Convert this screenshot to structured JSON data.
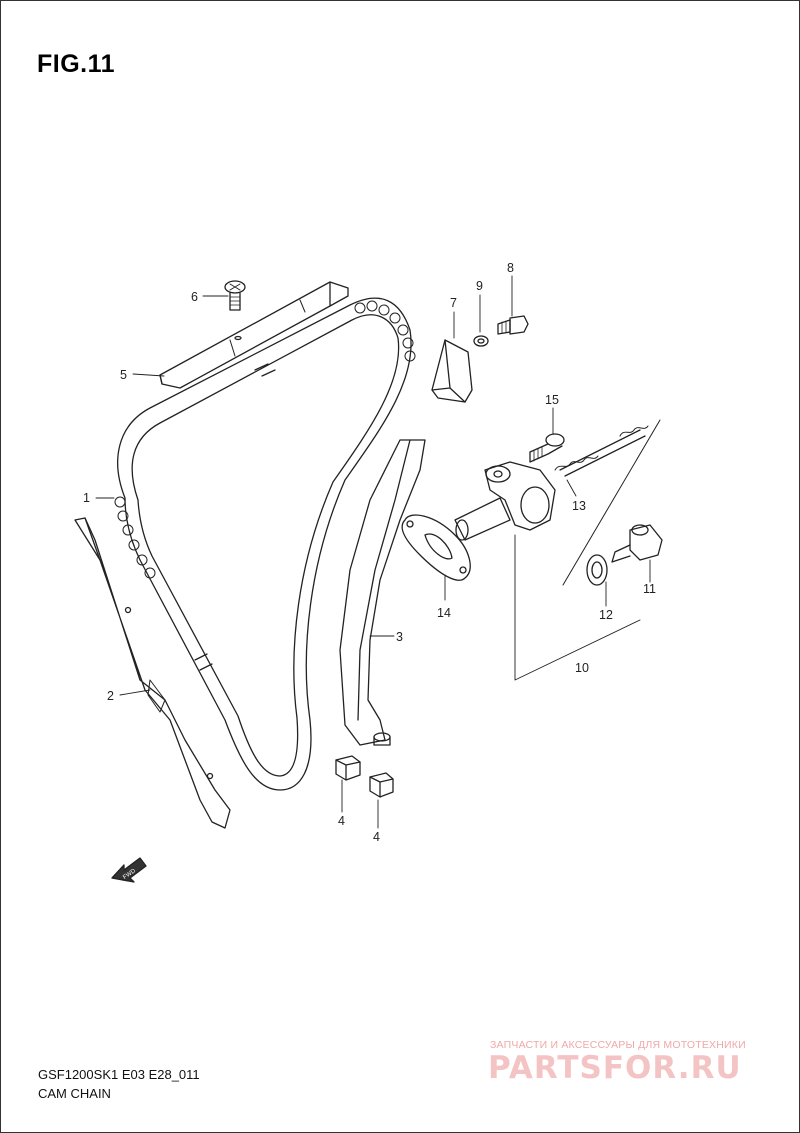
{
  "figure": {
    "title": "FIG.11"
  },
  "callouts": [
    "1",
    "2",
    "3",
    "4",
    "4",
    "5",
    "6",
    "7",
    "8",
    "9",
    "10",
    "11",
    "12",
    "13",
    "14",
    "15"
  ],
  "footer": {
    "model_code": "GSF1200SK1 E03 E28_011",
    "section_name": "CAM CHAIN"
  },
  "watermark": {
    "tagline": "ЗАПЧАСТИ И АКСЕССУАРЫ ДЛЯ МОТОТЕХНИКИ",
    "logo": "PARTSFOR.RU"
  },
  "icons": {
    "front_arrow": "fwd-arrow-icon",
    "fwd_label": "FWD"
  },
  "colors": {
    "line": "#222222",
    "watermark": "#f0a8a8",
    "background": "#ffffff"
  }
}
